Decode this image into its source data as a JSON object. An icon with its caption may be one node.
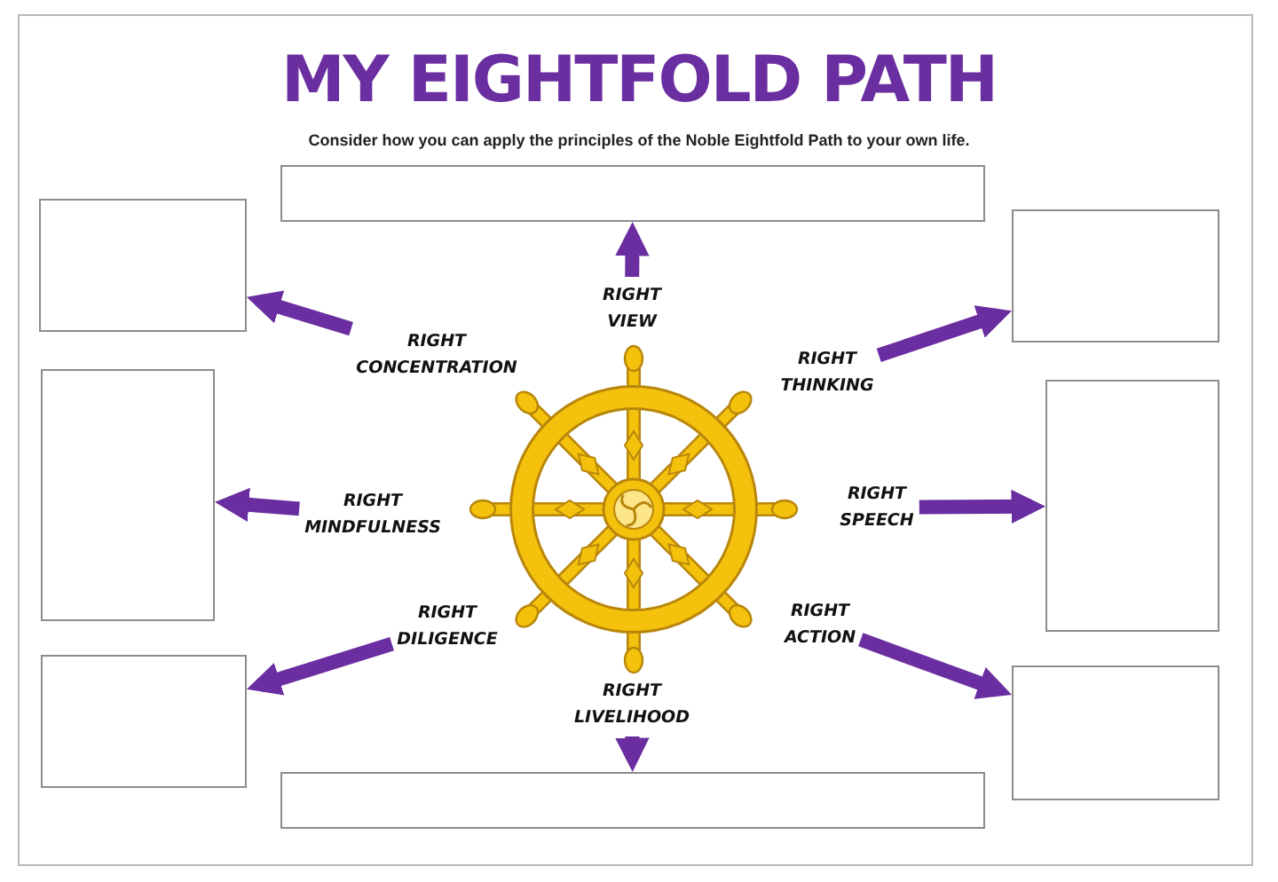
{
  "diagram": {
    "title": "MY EIGHTFOLD PATH",
    "nodes": [
      {
        "text": [],
        "shape": "box"
      },
      {
        "text": [],
        "shape": "box"
      },
      {
        "text": [],
        "shape": "box"
      },
      {
        "text": [
          "RIGHT VIEW"
        ]
      },
      {
        "text": [
          "RIGHT CONCENTRATION"
        ]
      },
      {
        "text": [
          "RIGHT THINKING"
        ]
      },
      {
        "text": [],
        "shape": "box"
      },
      {
        "text": [],
        "shape": "box"
      },
      {
        "text": [
          "RIGHT MINDFULNESS"
        ]
      },
      {
        "text": [
          "RIGHT SPEECH"
        ]
      },
      {
        "text": [
          "RIGHT DILIGENCE"
        ]
      },
      {
        "text": [
          "RIGHT ACTION"
        ]
      },
      {
        "text": [],
        "shape": "box"
      },
      {
        "text": [],
        "shape": "box"
      },
      {
        "text": [
          "RIGHT LIVELIHOOD"
        ]
      },
      {
        "text": [],
        "shape": "box"
      }
    ],
    "edges": [
      {
        "from": 3,
        "to": 0,
        "arrow": "to"
      },
      {
        "from": 5,
        "to": 2,
        "arrow": "to"
      },
      {
        "from": 9,
        "to": 7,
        "arrow": "to"
      },
      {
        "from": 11,
        "to": 13,
        "arrow": "to"
      },
      {
        "from": 14,
        "to": 15,
        "arrow": "to"
      },
      {
        "from": 10,
        "to": 12,
        "arrow": "to"
      },
      {
        "from": 8,
        "to": 6,
        "arrow": "to"
      },
      {
        "from": 4,
        "to": 1,
        "arrow": "to"
      }
    ],
    "labels": [
      "Consider how you can apply the principles of the Noble Eightfold Path to your own life."
    ]
  }
}
